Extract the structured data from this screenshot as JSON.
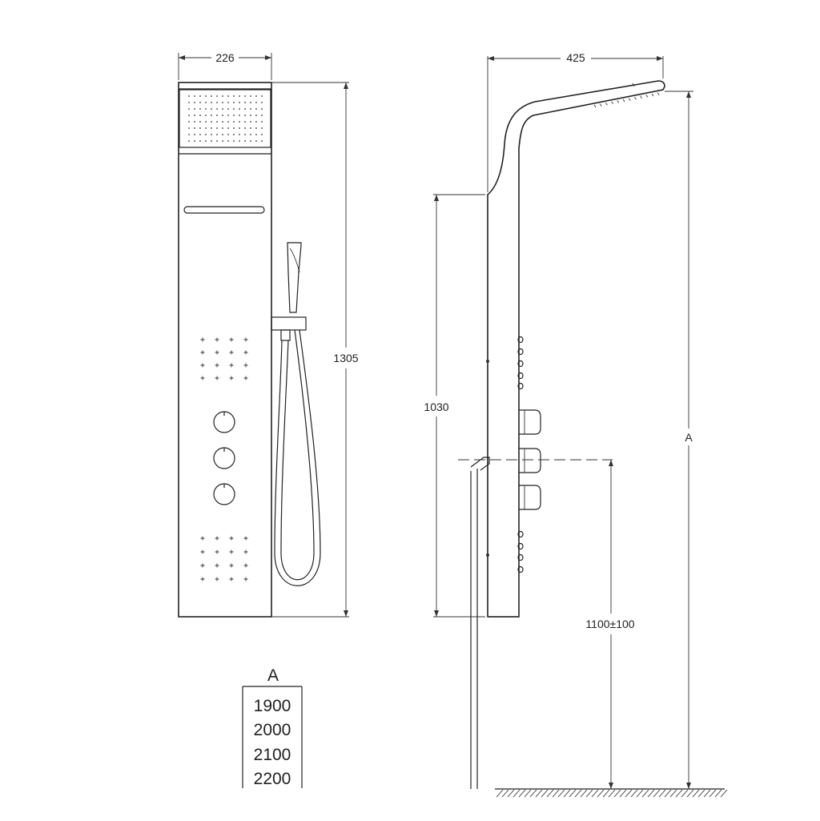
{
  "dimensions": {
    "front_width": "226",
    "side_width": "425",
    "panel_height": "1305",
    "control_height": "1030",
    "inlet_height": "1100±100",
    "total_height_label": "A"
  },
  "height_table": {
    "header": "A",
    "rows": [
      "1900",
      "2000",
      "2100",
      "2200"
    ]
  }
}
